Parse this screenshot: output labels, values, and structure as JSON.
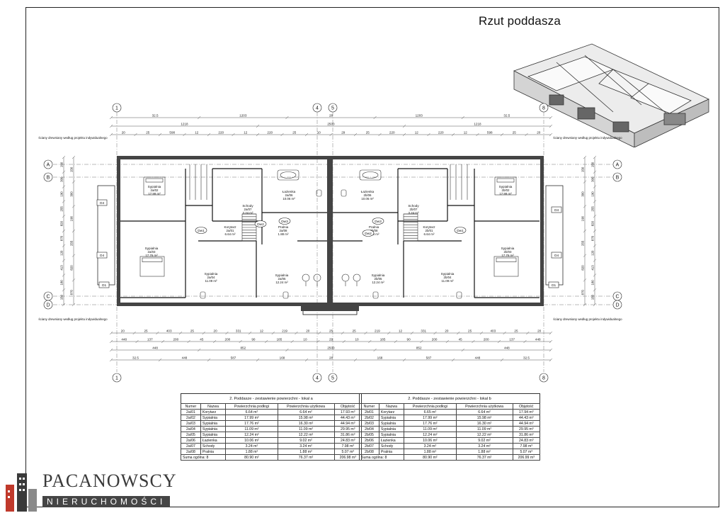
{
  "title": "Rzut poddasza",
  "plan": {
    "axes_vertical": [
      "1",
      "4",
      "5",
      "8"
    ],
    "axes_horizontal": [
      "A",
      "B",
      "C",
      "D"
    ],
    "dims_top_row1": [
      "32.5",
      "1203",
      "28",
      "1203",
      "32.5"
    ],
    "dims_top_row2": [
      "1218",
      "2500",
      "1218"
    ],
    "dims_top_row3": [
      "20",
      "25",
      "598",
      "12",
      "220",
      "12",
      "220",
      "25",
      "10",
      "29",
      "25",
      "220",
      "12",
      "220",
      "12",
      "598",
      "25",
      "20"
    ],
    "dims_bottom_row1": [
      "20",
      "25",
      "403",
      "25",
      "20",
      "331",
      "12",
      "219",
      "20",
      "25",
      "25",
      "219",
      "12",
      "331",
      "20",
      "25",
      "403",
      "25",
      "20"
    ],
    "dims_bottom_row2": [
      "448",
      "137",
      "200",
      "45",
      "200",
      "90",
      "185",
      "10",
      "29",
      "10",
      "185",
      "90",
      "200",
      "45",
      "200",
      "137",
      "448"
    ],
    "dims_bottom_row3": [
      "448",
      "852",
      "2500",
      "852",
      "448"
    ],
    "dims_bottom_row4": [
      "32.5",
      "448",
      "587",
      "168",
      "28",
      "168",
      "587",
      "448",
      "32.5"
    ],
    "dims_side": [
      "150",
      "300",
      "190",
      "255",
      "820",
      "870",
      "120",
      "413",
      "180",
      "150"
    ],
    "wall_note_top": "ściany drewniany według projektu indywidualnego",
    "wall_note_bottom": "ściany drewniany według projektu indywidualnego",
    "rooms": [
      {
        "name": "Sypialnia",
        "code": "2a/02",
        "area": "17.99 m²"
      },
      {
        "name": "Łazienka",
        "code": "2a/06",
        "area": "10.06 m²"
      },
      {
        "name": "Korytarz",
        "code": "2a/01",
        "area": "6.64 m²"
      },
      {
        "name": "Sypialnia",
        "code": "2a/03",
        "area": "17.76 m²"
      },
      {
        "name": "Sypialnia",
        "code": "2a/04",
        "area": "11.09 m²"
      },
      {
        "name": "Sypialnia",
        "code": "2a/05",
        "area": "12.24 m²"
      },
      {
        "name": "Schody",
        "code": "2a/07",
        "area": "3.24 m²"
      },
      {
        "name": "Pralnia",
        "code": "2a/08",
        "area": "1.88 m²"
      },
      {
        "name": "Łazienka",
        "code": "2b/06",
        "area": "10.06 m²"
      },
      {
        "name": "Sypialnia",
        "code": "2b/02",
        "area": "17.99 m²"
      },
      {
        "name": "Korytarz",
        "code": "2b/01",
        "area": "6.64 m²"
      },
      {
        "name": "Sypialnia",
        "code": "2b/03",
        "area": "17.76 m²"
      },
      {
        "name": "Sypialnia",
        "code": "2b/05",
        "area": "12.24 m²"
      },
      {
        "name": "Sypialnia",
        "code": "2b/04",
        "area": "11.09 m²"
      },
      {
        "name": "Schody",
        "code": "2b/07",
        "area": "3.24 m²"
      },
      {
        "name": "Pralnia",
        "code": "2b/08",
        "area": "1.88 m²"
      }
    ],
    "door_tags": [
      "Dw1",
      "Dw2",
      "Dw3",
      "Dw2",
      "Dw3",
      "Dw1"
    ],
    "window_tags": [
      "O4",
      "O4",
      "O1",
      "O4",
      "O4",
      "O1"
    ]
  },
  "table_a": {
    "caption": "2. Poddasze - zestawienie powierzchni - lokal a",
    "headers": [
      "Numer",
      "Nazwa",
      "Powierzchnia podłogi",
      "Powierzchnia użytkowa",
      "Objętość"
    ],
    "rows": [
      [
        "2a/01",
        "Korytarz",
        "6.64 m²",
        "6.64 m²",
        "17.93 m³"
      ],
      [
        "2a/02",
        "Sypialnia",
        "17.99 m²",
        "15.98 m²",
        "44.43 m³"
      ],
      [
        "2a/03",
        "Sypialnia",
        "17.76 m²",
        "16.30 m²",
        "44.94 m³"
      ],
      [
        "2a/04",
        "Sypialnia",
        "11.09 m²",
        "11.09 m²",
        "29.95 m³"
      ],
      [
        "2a/05",
        "Sypialnia",
        "12.24 m²",
        "12.22 m²",
        "31.86 m³"
      ],
      [
        "2a/06",
        "Łazienka",
        "10.06 m²",
        "9.02 m²",
        "24.83 m³"
      ],
      [
        "2a/07",
        "Schody",
        "3.24 m²",
        "3.24 m²",
        "7.98 m³"
      ],
      [
        "2a/08",
        "Pralnia",
        "1.88 m²",
        "1.88 m²",
        "5.07 m³"
      ]
    ],
    "total": [
      "Suma ogólna: 8",
      "80.90 m²",
      "76.37 m²",
      "206.98 m³"
    ]
  },
  "table_b": {
    "caption": "2. Poddasze - zestawienie powierzchni - lokal b",
    "headers": [
      "Numer",
      "Nazwa",
      "Powierzchnia podłogi",
      "Powierzchnia użytkowa",
      "Objętość"
    ],
    "rows": [
      [
        "2b/01",
        "Korytarz",
        "6.65 m²",
        "6.64 m²",
        "17.94 m³"
      ],
      [
        "2b/02",
        "Sypialnia",
        "17.99 m²",
        "15.98 m²",
        "44.43 m³"
      ],
      [
        "2b/03",
        "Sypialnia",
        "17.76 m²",
        "16.30 m²",
        "44.94 m³"
      ],
      [
        "2b/04",
        "Sypialnia",
        "11.09 m²",
        "11.09 m²",
        "29.95 m³"
      ],
      [
        "2b/05",
        "Sypialnia",
        "12.24 m²",
        "12.22 m²",
        "31.86 m³"
      ],
      [
        "2b/06",
        "Łazienka",
        "10.06 m²",
        "9.02 m²",
        "24.83 m³"
      ],
      [
        "2b/07",
        "Schody",
        "3.24 m²",
        "3.24 m²",
        "7.98 m³"
      ],
      [
        "2b/08",
        "Pralnia",
        "1.88 m²",
        "1.88 m²",
        "5.07 m³"
      ]
    ],
    "total": [
      "Suma ogólna: 8",
      "80.90 m²",
      "76.37 m²",
      "206.99 m³"
    ]
  },
  "logo": {
    "brand": "PACANOWSCY",
    "subtitle": "NIERUCHOMOŚCI",
    "colors": {
      "red": "#c0392b",
      "dark": "#3a3a3a"
    }
  }
}
